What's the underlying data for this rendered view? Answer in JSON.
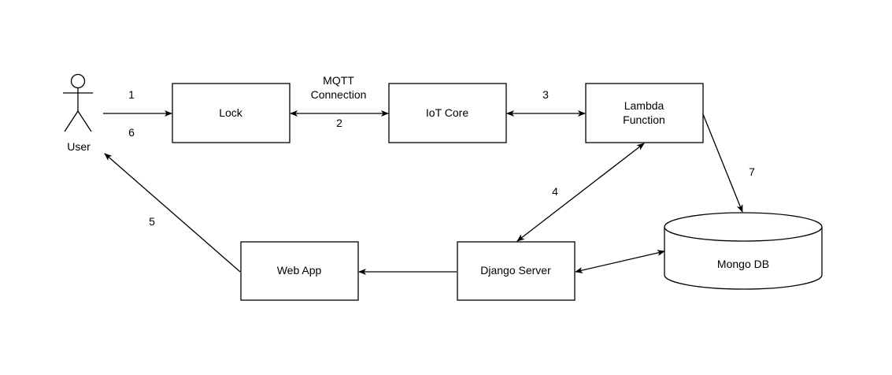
{
  "actor": {
    "label": "User"
  },
  "nodes": {
    "lock": "Lock",
    "iot_core": "IoT Core",
    "lambda_line1": "Lambda",
    "lambda_line2": "Function",
    "web_app": "Web App",
    "django": "Django Server",
    "mongo": "Mongo DB"
  },
  "edge_labels": {
    "e1": "1",
    "e6": "6",
    "mqtt_line1": "MQTT",
    "mqtt_line2": "Connection",
    "e2": "2",
    "e3": "3",
    "e4": "4",
    "e5": "5",
    "e7": "7"
  }
}
